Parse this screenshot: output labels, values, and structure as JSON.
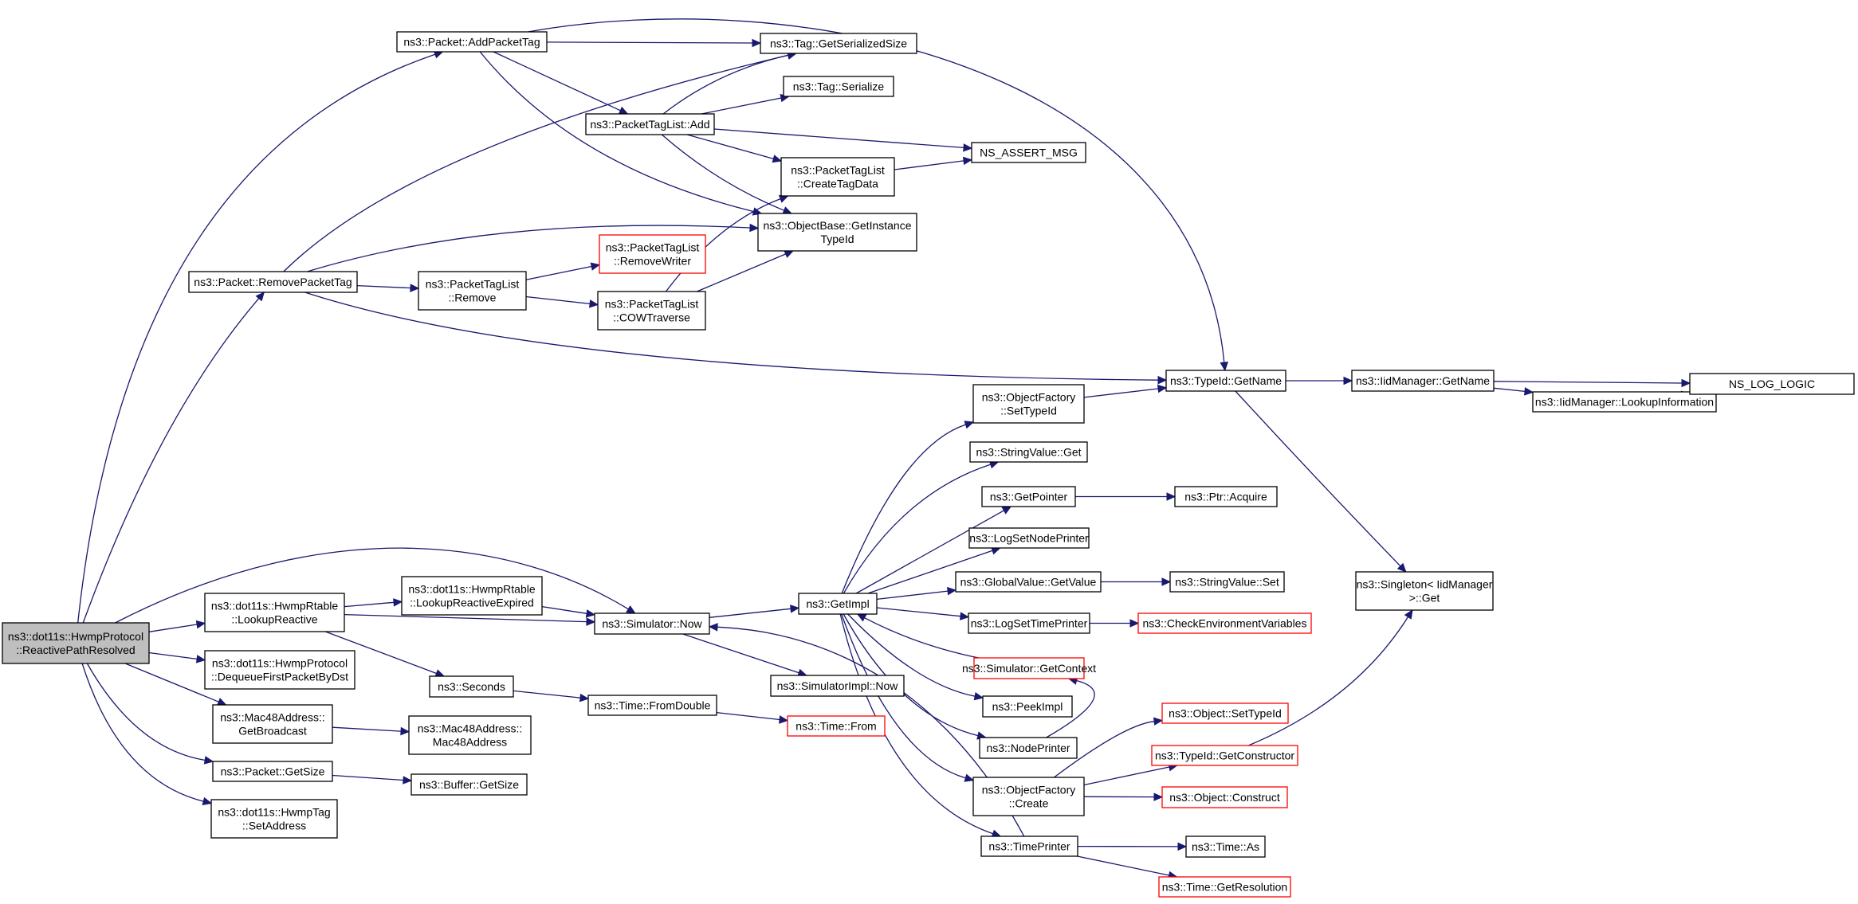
{
  "graph": {
    "nodes": [
      {
        "id": "root",
        "lines": [
          "ns3::dot11s::HwmpProtocol",
          "::ReactivePathResolved"
        ],
        "style": "root"
      },
      {
        "id": "addPacketTag",
        "lines": [
          "ns3::Packet::AddPacketTag"
        ]
      },
      {
        "id": "removePacketTag",
        "lines": [
          "ns3::Packet::RemovePacketTag"
        ]
      },
      {
        "id": "lookupReactive",
        "lines": [
          "ns3::dot11s::HwmpRtable",
          "::LookupReactive"
        ]
      },
      {
        "id": "dequeue",
        "lines": [
          "ns3::dot11s::HwmpProtocol",
          "::DequeueFirstPacketByDst"
        ]
      },
      {
        "id": "getBroadcast",
        "lines": [
          "ns3::Mac48Address::",
          "GetBroadcast"
        ]
      },
      {
        "id": "packetGetSize",
        "lines": [
          "ns3::Packet::GetSize"
        ]
      },
      {
        "id": "setAddress",
        "lines": [
          "ns3::dot11s::HwmpTag",
          "::SetAddress"
        ]
      },
      {
        "id": "lookupExpired",
        "lines": [
          "ns3::dot11s::HwmpRtable",
          "::LookupReactiveExpired"
        ]
      },
      {
        "id": "ptlAdd",
        "lines": [
          "ns3::PacketTagList::Add"
        ]
      },
      {
        "id": "ptlRemove",
        "lines": [
          "ns3::PacketTagList",
          "::Remove"
        ]
      },
      {
        "id": "seconds",
        "lines": [
          "ns3::Seconds"
        ]
      },
      {
        "id": "mac48",
        "lines": [
          "ns3::Mac48Address::",
          "Mac48Address"
        ]
      },
      {
        "id": "bufferGetSize",
        "lines": [
          "ns3::Buffer::GetSize"
        ]
      },
      {
        "id": "removeWriter",
        "lines": [
          "ns3::PacketTagList",
          "::RemoveWriter"
        ],
        "style": "red"
      },
      {
        "id": "cowTraverse",
        "lines": [
          "ns3::PacketTagList",
          "::COWTraverse"
        ]
      },
      {
        "id": "simNow",
        "lines": [
          "ns3::Simulator::Now"
        ]
      },
      {
        "id": "fromDouble",
        "lines": [
          "ns3::Time::FromDouble"
        ]
      },
      {
        "id": "tagGetSerializedSize",
        "lines": [
          "ns3::Tag::GetSerializedSize"
        ]
      },
      {
        "id": "tagSerialize",
        "lines": [
          "ns3::Tag::Serialize"
        ]
      },
      {
        "id": "createTagData",
        "lines": [
          "ns3::PacketTagList",
          "::CreateTagData"
        ]
      },
      {
        "id": "getInstanceTypeId",
        "lines": [
          "ns3::ObjectBase::GetInstance",
          "TypeId"
        ]
      },
      {
        "id": "getImpl",
        "lines": [
          "ns3::GetImpl"
        ]
      },
      {
        "id": "simImplNow",
        "lines": [
          "ns3::SimulatorImpl::Now"
        ]
      },
      {
        "id": "timeFrom",
        "lines": [
          "ns3::Time::From"
        ],
        "style": "red"
      },
      {
        "id": "nsAssertMsg",
        "lines": [
          "NS_ASSERT_MSG"
        ]
      },
      {
        "id": "ofSetTypeId",
        "lines": [
          "ns3::ObjectFactory",
          "::SetTypeId"
        ]
      },
      {
        "id": "stringValueGet",
        "lines": [
          "ns3::StringValue::Get"
        ]
      },
      {
        "id": "getPointer",
        "lines": [
          "ns3::GetPointer"
        ]
      },
      {
        "id": "logSetNodePrinter",
        "lines": [
          "ns3::LogSetNodePrinter"
        ]
      },
      {
        "id": "globalValueGetValue",
        "lines": [
          "ns3::GlobalValue::GetValue"
        ]
      },
      {
        "id": "logSetTimePrinter",
        "lines": [
          "ns3::LogSetTimePrinter"
        ]
      },
      {
        "id": "simGetContext",
        "lines": [
          "ns3::Simulator::GetContext"
        ],
        "style": "red"
      },
      {
        "id": "peekImpl",
        "lines": [
          "ns3::PeekImpl"
        ]
      },
      {
        "id": "nodePrinter",
        "lines": [
          "ns3::NodePrinter"
        ]
      },
      {
        "id": "ofCreate",
        "lines": [
          "ns3::ObjectFactory",
          "::Create"
        ]
      },
      {
        "id": "timePrinter",
        "lines": [
          "ns3::TimePrinter"
        ]
      },
      {
        "id": "typeIdGetName",
        "lines": [
          "ns3::TypeId::GetName"
        ]
      },
      {
        "id": "ptrAcquire",
        "lines": [
          "ns3::Ptr::Acquire"
        ]
      },
      {
        "id": "stringValueSet",
        "lines": [
          "ns3::StringValue::Set"
        ]
      },
      {
        "id": "checkEnv",
        "lines": [
          "ns3::CheckEnvironmentVariables"
        ],
        "style": "red"
      },
      {
        "id": "objSetTypeId",
        "lines": [
          "ns3::Object::SetTypeId"
        ],
        "style": "red"
      },
      {
        "id": "typeIdGetConstructor",
        "lines": [
          "ns3::TypeId::GetConstructor"
        ],
        "style": "red"
      },
      {
        "id": "objConstruct",
        "lines": [
          "ns3::Object::Construct"
        ],
        "style": "red"
      },
      {
        "id": "timeAs",
        "lines": [
          "ns3::Time::As"
        ]
      },
      {
        "id": "timeGetResolution",
        "lines": [
          "ns3::Time::GetResolution"
        ],
        "style": "red"
      },
      {
        "id": "iidGetName",
        "lines": [
          "ns3::IidManager::GetName"
        ]
      },
      {
        "id": "lookupInformation",
        "lines": [
          "ns3::IidManager::LookupInformation"
        ]
      },
      {
        "id": "singletonGet",
        "lines": [
          "ns3::Singleton< IidManager",
          " >::Get"
        ]
      },
      {
        "id": "nsLogLogic",
        "lines": [
          "NS_LOG_LOGIC"
        ]
      }
    ],
    "edges": [
      [
        "root",
        "addPacketTag"
      ],
      [
        "root",
        "removePacketTag"
      ],
      [
        "root",
        "simNow"
      ],
      [
        "root",
        "lookupReactive"
      ],
      [
        "root",
        "dequeue"
      ],
      [
        "root",
        "getBroadcast"
      ],
      [
        "root",
        "packetGetSize"
      ],
      [
        "root",
        "setAddress"
      ],
      [
        "addPacketTag",
        "tagGetSerializedSize"
      ],
      [
        "addPacketTag",
        "ptlAdd"
      ],
      [
        "addPacketTag",
        "getInstanceTypeId"
      ],
      [
        "addPacketTag",
        "typeIdGetName"
      ],
      [
        "removePacketTag",
        "tagGetSerializedSize"
      ],
      [
        "removePacketTag",
        "getInstanceTypeId"
      ],
      [
        "removePacketTag",
        "ptlRemove"
      ],
      [
        "removePacketTag",
        "typeIdGetName"
      ],
      [
        "ptlAdd",
        "tagGetSerializedSize"
      ],
      [
        "ptlAdd",
        "tagSerialize"
      ],
      [
        "ptlAdd",
        "nsAssertMsg"
      ],
      [
        "ptlAdd",
        "createTagData"
      ],
      [
        "ptlAdd",
        "getInstanceTypeId"
      ],
      [
        "ptlRemove",
        "removeWriter"
      ],
      [
        "ptlRemove",
        "cowTraverse"
      ],
      [
        "cowTraverse",
        "createTagData"
      ],
      [
        "cowTraverse",
        "getInstanceTypeId"
      ],
      [
        "createTagData",
        "nsAssertMsg"
      ],
      [
        "lookupReactive",
        "lookupExpired"
      ],
      [
        "lookupReactive",
        "simNow"
      ],
      [
        "lookupReactive",
        "seconds"
      ],
      [
        "lookupExpired",
        "simNow"
      ],
      [
        "seconds",
        "fromDouble"
      ],
      [
        "fromDouble",
        "timeFrom"
      ],
      [
        "getBroadcast",
        "mac48"
      ],
      [
        "packetGetSize",
        "bufferGetSize"
      ],
      [
        "simNow",
        "getImpl"
      ],
      [
        "simNow",
        "simImplNow"
      ],
      [
        "getImpl",
        "ofSetTypeId"
      ],
      [
        "getImpl",
        "stringValueGet"
      ],
      [
        "getImpl",
        "getPointer"
      ],
      [
        "getImpl",
        "logSetNodePrinter"
      ],
      [
        "getImpl",
        "globalValueGetValue"
      ],
      [
        "getImpl",
        "logSetTimePrinter"
      ],
      [
        "getImpl",
        "peekImpl"
      ],
      [
        "getImpl",
        "nodePrinter"
      ],
      [
        "getImpl",
        "ofCreate"
      ],
      [
        "getImpl",
        "timePrinter"
      ],
      [
        "simGetContext",
        "getImpl"
      ],
      [
        "timePrinter",
        "simNow"
      ],
      [
        "ofSetTypeId",
        "typeIdGetName"
      ],
      [
        "getPointer",
        "ptrAcquire"
      ],
      [
        "globalValueGetValue",
        "stringValueSet"
      ],
      [
        "logSetTimePrinter",
        "checkEnv"
      ],
      [
        "nodePrinter",
        "simGetContext"
      ],
      [
        "ofCreate",
        "objSetTypeId"
      ],
      [
        "ofCreate",
        "typeIdGetConstructor"
      ],
      [
        "ofCreate",
        "objConstruct"
      ],
      [
        "timePrinter",
        "timeAs"
      ],
      [
        "timePrinter",
        "timeGetResolution"
      ],
      [
        "typeIdGetName",
        "iidGetName"
      ],
      [
        "typeIdGetName",
        "singletonGet"
      ],
      [
        "typeIdGetConstructor",
        "singletonGet"
      ],
      [
        "iidGetName",
        "nsLogLogic"
      ],
      [
        "iidGetName",
        "lookupInformation"
      ],
      [
        "lookupInformation",
        "nsLogLogic"
      ]
    ]
  }
}
